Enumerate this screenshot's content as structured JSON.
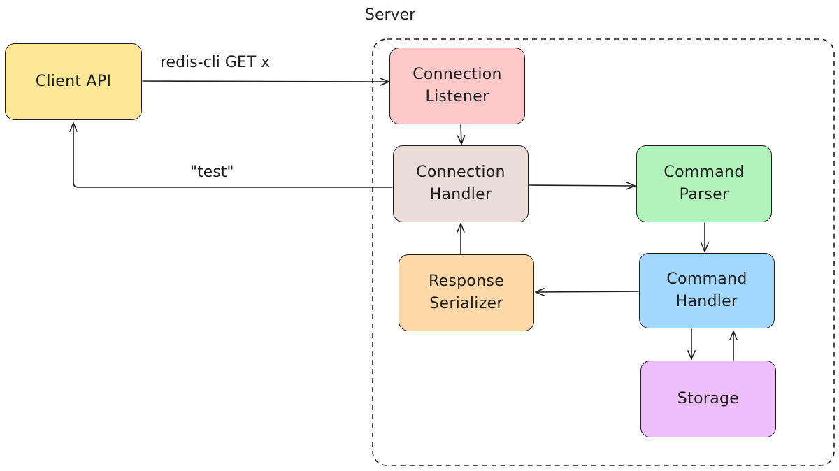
{
  "container": {
    "label": "Server"
  },
  "nodes": {
    "client": {
      "label": "Client API",
      "color": "#fbe796"
    },
    "listener": {
      "label": "Connection\nListener",
      "color": "#ffc9c9"
    },
    "handler": {
      "label": "Connection\nHandler",
      "color": "#eaddd7"
    },
    "parser": {
      "label": "Command\nParser",
      "color": "#b2f2bb"
    },
    "cmd_handler": {
      "label": "Command\nHandler",
      "color": "#a5d8ff"
    },
    "serializer": {
      "label": "Response\nSerializer",
      "color": "#ffd8a8"
    },
    "storage": {
      "label": "Storage",
      "color": "#eebefa"
    }
  },
  "edges": {
    "request": {
      "label": "redis-cli GET x"
    },
    "reply": {
      "label": "\"test\""
    }
  },
  "stroke_color": "#1e1e1e"
}
